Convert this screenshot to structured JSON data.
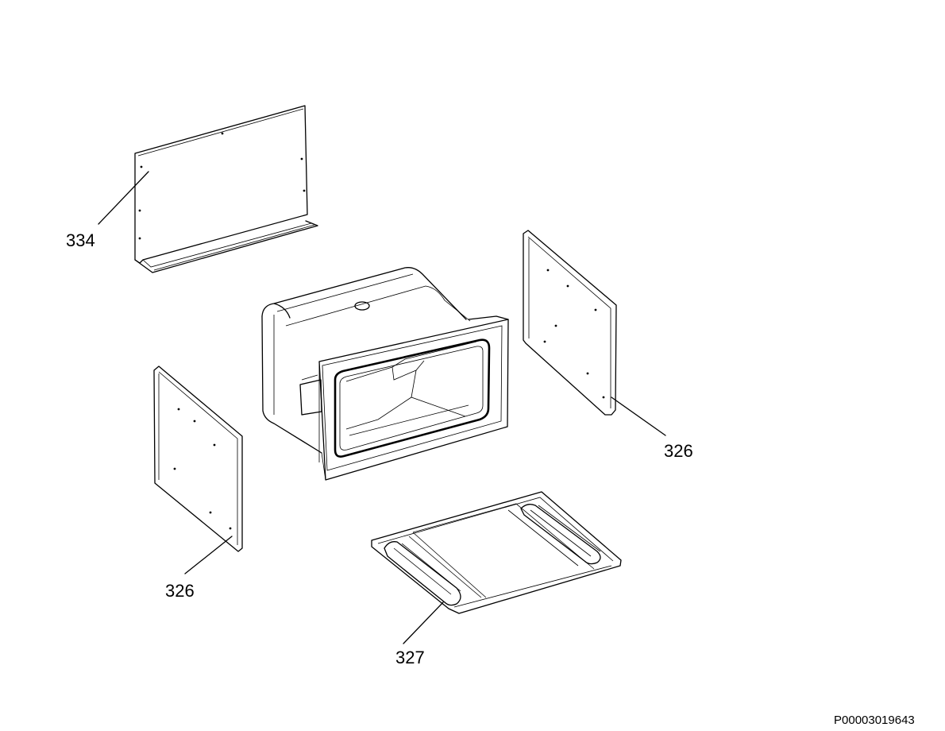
{
  "diagram": {
    "callouts": [
      {
        "id": "rear-panel",
        "label": "334"
      },
      {
        "id": "right-side-panel",
        "label": "326"
      },
      {
        "id": "left-side-panel",
        "label": "326"
      },
      {
        "id": "bottom-panel",
        "label": "327"
      }
    ],
    "drawing_number": "P00003019643"
  }
}
